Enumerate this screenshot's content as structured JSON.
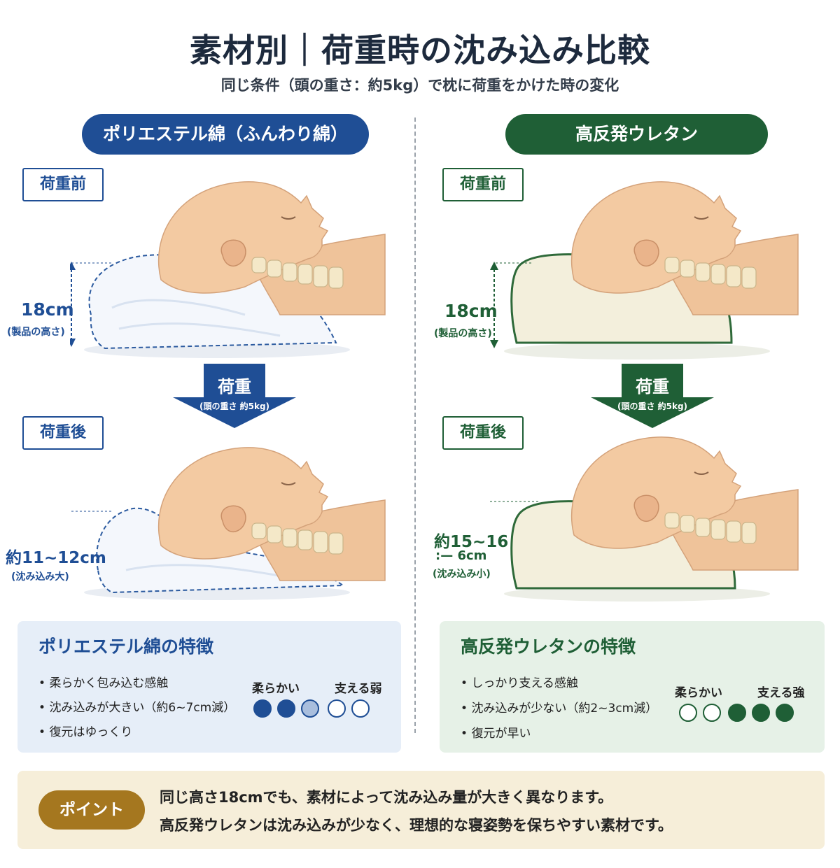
{
  "title": "素材別｜荷重時の沈み込み比較",
  "subtitle": "同じ条件（頭の重さ：約5kg）で枕に荷重をかけた時の変化",
  "left": {
    "header": "ポリエステル綿（ふんわり綿）",
    "before_label": "荷重前",
    "before_height": "18cm",
    "before_note": "(製品の高さ)",
    "arrow_main": "荷重",
    "arrow_sub": "(頭の重さ 約5kg)",
    "after_label": "荷重後",
    "after_height": "約11~12cm",
    "after_note": "(沈み込み大)",
    "panel_title": "ポリエステル綿の特徴",
    "bullets": [
      "柔らかく包み込む感触",
      "沈み込みが大きい（約6~7cm減）",
      "復元はゆっくり"
    ],
    "scale_soft": "柔らかい",
    "scale_firm": "支える弱",
    "scale_level": 2
  },
  "right": {
    "header": "高反発ウレタン",
    "before_label": "荷重前",
    "before_height": "18cm",
    "before_note": "(製品の高さ)",
    "arrow_main": "荷重",
    "arrow_sub": "(頭の重さ 約5kg)",
    "after_label": "荷重後",
    "after_height": "約15~16",
    "after_height2": ":—  6cm",
    "after_note": "(沈み込み小)",
    "panel_title": "高反発ウレタンの特徴",
    "bullets": [
      "しっかり支える感触",
      "沈み込みが少ない（約2~3cm減）",
      "復元が早い"
    ],
    "scale_soft": "柔らかい",
    "scale_firm": "支える強",
    "scale_level": 3
  },
  "point": {
    "label": "ポイント",
    "line1": "同じ高さ18cmでも、素材によって沈み込み量が大きく異なります。",
    "line2": "高反発ウレタンは沈み込みが少なく、理想的な寝姿勢を保ちやすい素材です。"
  },
  "colors": {
    "blue": "#1f4e95",
    "green": "#1f5f36",
    "cotton": "#f4f7fc",
    "urethane": "#f3efdc",
    "skin": "#f1c9a0",
    "accent_gold": "#a5771f"
  }
}
